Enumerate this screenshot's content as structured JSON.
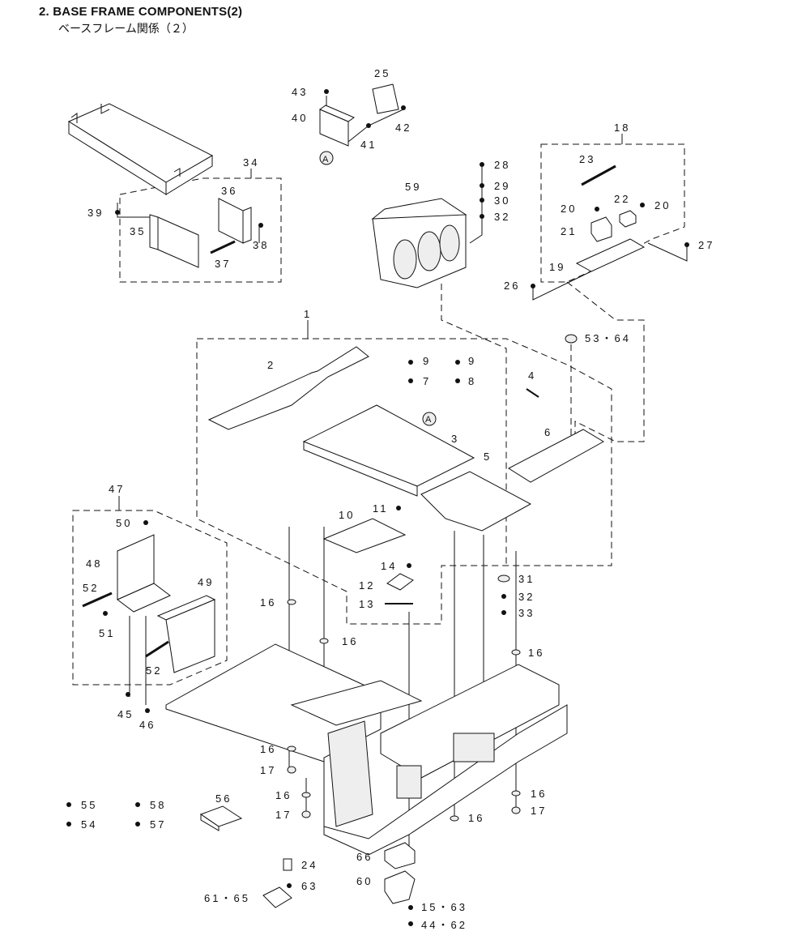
{
  "header": {
    "title": "2.  BASE FRAME COMPONENTS(2)",
    "subtitle": "ベースフレーム関係（２）"
  },
  "callouts": {
    "c1": "1",
    "c2": "2",
    "c3": "3",
    "c4": "4",
    "c5": "5",
    "c6": "6",
    "c7": "7",
    "c8": "8",
    "c9a": "9",
    "c9b": "9",
    "c10": "10",
    "c11": "11",
    "c12": "12",
    "c13": "13",
    "c14": "14",
    "c15_63": "15・63",
    "c16a": "16",
    "c16b": "16",
    "c16c": "16",
    "c16d": "16",
    "c16e": "16",
    "c16f": "16",
    "c16g": "16",
    "c17a": "17",
    "c17b": "17",
    "c17c": "17",
    "c18": "18",
    "c19": "19",
    "c20a": "20",
    "c20b": "20",
    "c21": "21",
    "c22": "22",
    "c23": "23",
    "c24": "24",
    "c25": "25",
    "c26": "26",
    "c27": "27",
    "c28": "28",
    "c29": "29",
    "c30": "30",
    "c31": "31",
    "c32a": "32",
    "c32b": "32",
    "c33": "33",
    "c34": "34",
    "c35": "35",
    "c36": "36",
    "c37": "37",
    "c38": "38",
    "c39": "39",
    "c40": "40",
    "c41": "41",
    "c42": "42",
    "c43": "43",
    "c44_62": "44・62",
    "c45": "45",
    "c46": "46",
    "c47": "47",
    "c48": "48",
    "c49": "49",
    "c50": "50",
    "c51": "51",
    "c52a": "52",
    "c52b": "52",
    "c53_64": "53・64",
    "c54": "54",
    "c55": "55",
    "c56": "56",
    "c57": "57",
    "c58": "58",
    "c59": "59",
    "c60": "60",
    "c61_65": "61・65",
    "c63": "63",
    "c66": "66",
    "refA1": "A",
    "refA2": "A"
  }
}
